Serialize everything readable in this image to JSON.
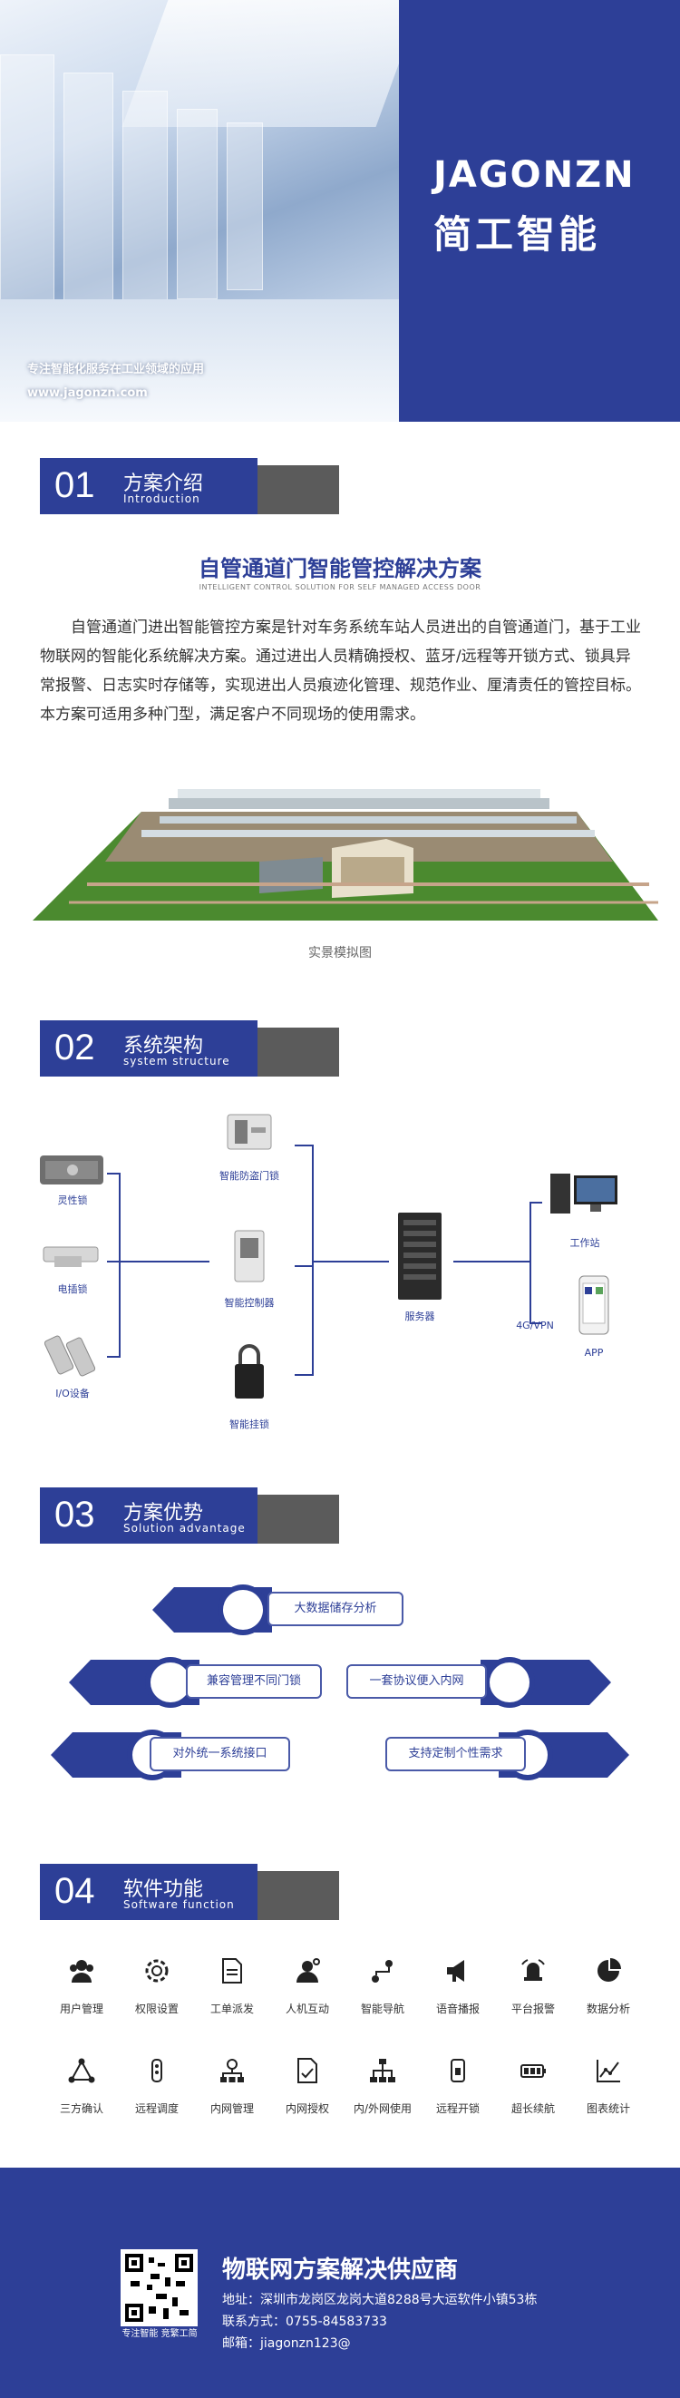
{
  "hero": {
    "tagline": "专注智能化服务在工业领域的应用",
    "website": "www.jagonzn.com",
    "brand_en": "JAGONZN",
    "brand_cn": "简工智能"
  },
  "sections": {
    "s1": {
      "num": "01",
      "cn": "方案介绍",
      "en": "Introduction"
    },
    "s2": {
      "num": "02",
      "cn": "系统架构",
      "en": "system structure"
    },
    "s3": {
      "num": "03",
      "cn": "方案优势",
      "en": "Solution advantage"
    },
    "s4": {
      "num": "04",
      "cn": "软件功能",
      "en": "Software function"
    }
  },
  "intro": {
    "title": "自管通道门智能管控解决方案",
    "subtitle": "INTELLIGENT CONTROL SOLUTION FOR SELF MANAGED ACCESS DOOR",
    "body": "自管通道门进出智能管控方案是针对车务系统车站人员进出的自管通道门，基于工业物联网的智能化系统解决方案。通过进出人员精确授权、蓝牙/远程等开锁方式、锁具异常报警、日志实时存储等，实现进出人员痕迹化管理、规范作业、厘清责任的管控目标。本方案可适用多种门型，满足客户不同现场的使用需求。",
    "image_caption": "实景模拟图"
  },
  "structure": {
    "locks": [
      "灵性锁",
      "电插锁",
      "I/O设备"
    ],
    "controllers": [
      "智能防盗门锁",
      "智能控制器",
      "智能挂锁"
    ],
    "server": "服务器",
    "network": "4G/VPN",
    "clients": [
      "工作站",
      "APP"
    ]
  },
  "advantages": {
    "a1": "大数据储存分析",
    "a2": "兼容管理不同门锁",
    "a3": "一套协议便入内网",
    "a4": "对外统一系统接口",
    "a5": "支持定制个性需求"
  },
  "features": {
    "row1": [
      {
        "label": "用户管理",
        "icon": "users-icon"
      },
      {
        "label": "权限设置",
        "icon": "gear-icon"
      },
      {
        "label": "工单派发",
        "icon": "document-icon"
      },
      {
        "label": "人机互动",
        "icon": "interaction-icon"
      },
      {
        "label": "智能导航",
        "icon": "navigation-icon"
      },
      {
        "label": "语音播报",
        "icon": "speaker-icon"
      },
      {
        "label": "平台报警",
        "icon": "alarm-icon"
      },
      {
        "label": "数据分析",
        "icon": "pie-chart-icon"
      }
    ],
    "row2": [
      {
        "label": "三方确认",
        "icon": "triangle-nodes-icon"
      },
      {
        "label": "远程调度",
        "icon": "remote-icon"
      },
      {
        "label": "内网管理",
        "icon": "network-icon"
      },
      {
        "label": "内网授权",
        "icon": "authorize-icon"
      },
      {
        "label": "内/外网使用",
        "icon": "tree-network-icon"
      },
      {
        "label": "远程开锁",
        "icon": "unlock-icon"
      },
      {
        "label": "超长续航",
        "icon": "battery-icon"
      },
      {
        "label": "图表统计",
        "icon": "line-chart-icon"
      }
    ]
  },
  "footer": {
    "qr_caption": "专注智能 竞繁工简",
    "title": "物联网方案解决供应商",
    "address": "地址：深圳市龙岗区龙岗大道8288号大运软件小镇53栋",
    "phone": "联系方式：0755-84583733",
    "email": "邮箱：jiagonzn123@"
  },
  "colors": {
    "brand_blue": "#2d3f97",
    "gray": "#5b5b5b"
  }
}
